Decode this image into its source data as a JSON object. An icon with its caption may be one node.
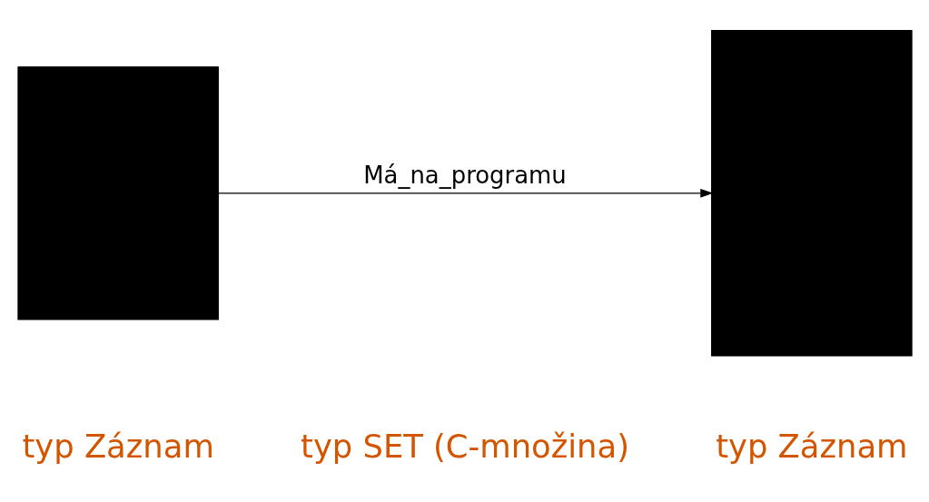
{
  "diagram": {
    "nodes": [
      {
        "text": [],
        "shape": "box",
        "beside": [
          "typ Záznam"
        ]
      },
      {
        "text": [],
        "shape": "box",
        "beside": [
          "typ Záznam"
        ]
      }
    ],
    "edges": [
      {
        "from": 0,
        "to": 1,
        "arrow": "to",
        "label": "Má_na_programu"
      }
    ],
    "labels": [
      "typ SET (C-množina)"
    ]
  }
}
